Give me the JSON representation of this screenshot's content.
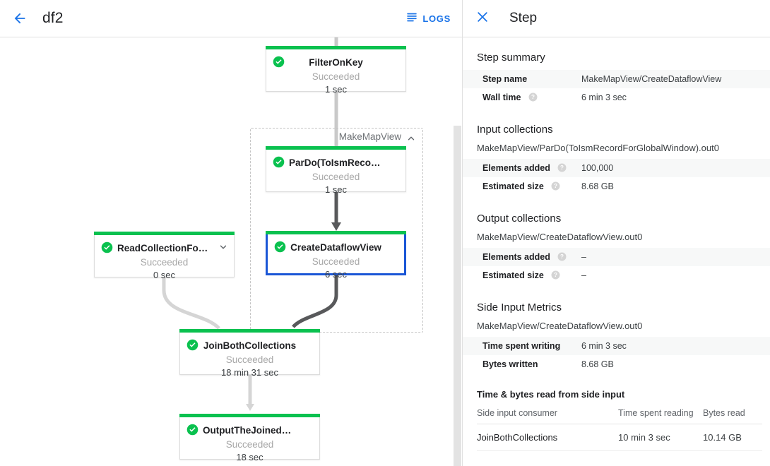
{
  "topbar": {
    "back_icon": "arrow-left-icon",
    "job_name": "df2",
    "logs_icon": "logs-list-icon",
    "logs_label": "LOGS"
  },
  "graph": {
    "group": {
      "label": "MakeMapView",
      "collapse_icon": "chevron-up-icon"
    },
    "nodes": [
      {
        "id": "filter-on-key",
        "title": "FilterOnKey",
        "status": "Succeeded",
        "time": "1 sec",
        "status_icon": "check-circle-icon",
        "selected": false
      },
      {
        "id": "pardo-toismrecordfor",
        "title": "ParDo(ToIsmRecordFor…",
        "status": "Succeeded",
        "time": "1 sec",
        "status_icon": "check-circle-icon",
        "selected": false
      },
      {
        "id": "create-dataflow-view",
        "title": "CreateDataflowView",
        "status": "Succeeded",
        "time": "6 sec",
        "status_icon": "check-circle-icon",
        "selected": true
      },
      {
        "id": "read-collection-for-join",
        "title": "ReadCollectionForJoin",
        "status": "Succeeded",
        "time": "0 sec",
        "status_icon": "check-circle-icon",
        "expand_icon": "chevron-down-icon",
        "selected": false
      },
      {
        "id": "join-both-collections",
        "title": "JoinBothCollections",
        "status": "Succeeded",
        "time": "18 min 31 sec",
        "status_icon": "check-circle-icon",
        "selected": false
      },
      {
        "id": "output-the-joined-collection",
        "title": "OutputTheJoinedCollec…",
        "status": "Succeeded",
        "time": "18 sec",
        "status_icon": "check-circle-icon",
        "selected": false
      }
    ],
    "status_color": "#0ac14f",
    "selected_color": "#1a56d6"
  },
  "panel": {
    "close_icon": "close-icon",
    "title": "Step",
    "step_summary": {
      "heading": "Step summary",
      "rows": [
        {
          "key": "Step name",
          "value": "MakeMapView/CreateDataflowView",
          "help": false
        },
        {
          "key": "Wall time",
          "value": "6 min 3 sec",
          "help": true
        }
      ]
    },
    "input_collections": {
      "heading": "Input collections",
      "collection": "MakeMapView/ParDo(ToIsmRecordForGlobalWindow).out0",
      "rows": [
        {
          "key": "Elements added",
          "value": "100,000",
          "help": true
        },
        {
          "key": "Estimated size",
          "value": "8.68 GB",
          "help": true
        }
      ]
    },
    "output_collections": {
      "heading": "Output collections",
      "collection": "MakeMapView/CreateDataflowView.out0",
      "rows": [
        {
          "key": "Elements added",
          "value": "–",
          "help": true
        },
        {
          "key": "Estimated size",
          "value": "–",
          "help": true
        }
      ]
    },
    "side_input_metrics": {
      "heading": "Side Input Metrics",
      "collection": "MakeMapView/CreateDataflowView.out0",
      "rows": [
        {
          "key": "Time spent writing",
          "value": "6 min 3 sec",
          "help": false
        },
        {
          "key": "Bytes written",
          "value": "8.68 GB",
          "help": false
        }
      ],
      "table_heading": "Time & bytes read from side input",
      "columns": [
        "Side input consumer",
        "Time spent reading",
        "Bytes read"
      ],
      "rows_table": [
        [
          "JoinBothCollections",
          "10 min 3 sec",
          "10.14 GB"
        ]
      ]
    }
  },
  "colors": {
    "accent": "#1a73e8",
    "success": "#0ac14f",
    "selection": "#1a56d6",
    "text": "#202124"
  }
}
